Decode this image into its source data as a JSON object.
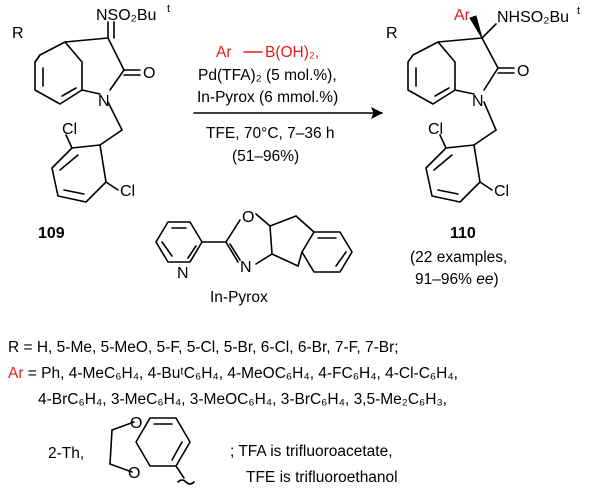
{
  "compound_left": {
    "number": "109",
    "imine_group": "NSO₂Bu",
    "imine_sup": "t",
    "substituent": "R",
    "oxygen": "O",
    "nitrogen": "N",
    "chloro_1": "Cl",
    "chloro_2": "Cl"
  },
  "conditions": {
    "reagent_ar": "Ar",
    "reagent_boron": "B(OH)₂,",
    "line2": "Pd(TFA)₂ (5 mol.%),",
    "line3": "In-Pyrox (6 mmol.%)",
    "line4": "TFE, 70°C, 7–36 h",
    "line5": "(51–96%)"
  },
  "compound_right": {
    "number": "110",
    "ar": "Ar",
    "amine_group": "NHSO₂Bu",
    "amine_sup": "t",
    "substituent": "R",
    "oxygen": "O",
    "nitrogen": "N",
    "chloro_1": "Cl",
    "chloro_2": "Cl",
    "examples": "(22 examples,",
    "ee_prefix": "91–96% ",
    "ee_italic": "ee",
    "ee_suffix": ")"
  },
  "ligand": {
    "name": "In-Pyrox",
    "pyridine_n": "N",
    "oxazoline_n": "N",
    "oxazoline_o": "O"
  },
  "footnotes": {
    "r_line": "R = H, 5-Me, 5-MeO, 5-F, 5-Cl, 5-Br, 6-Cl, 6-Br, 7-F, 7-Br;",
    "ar_label": "Ar",
    "ar_line1": " = Ph, 4-MeC₆H₄, 4-BuᵗC₆H₄, 4-MeOC₆H₄, 4-FC₆H₄, 4-Cl-C₆H₄,",
    "ar_line2": "4-BrC₆H₄, 3-MeC₆H₄, 3-MeOC₆H₄, 3-BrC₆H₄, 3,5-Me₂C₆H₃,",
    "th_label": "2-Th,",
    "benzodioxole_o1": "O",
    "benzodioxole_o2": "O",
    "tfa_note": "; TFA is trifluoroacetate,",
    "tfe_note": "TFE is trifluoroethanol"
  },
  "colors": {
    "highlight": "#e0201b",
    "ink": "#000000"
  }
}
